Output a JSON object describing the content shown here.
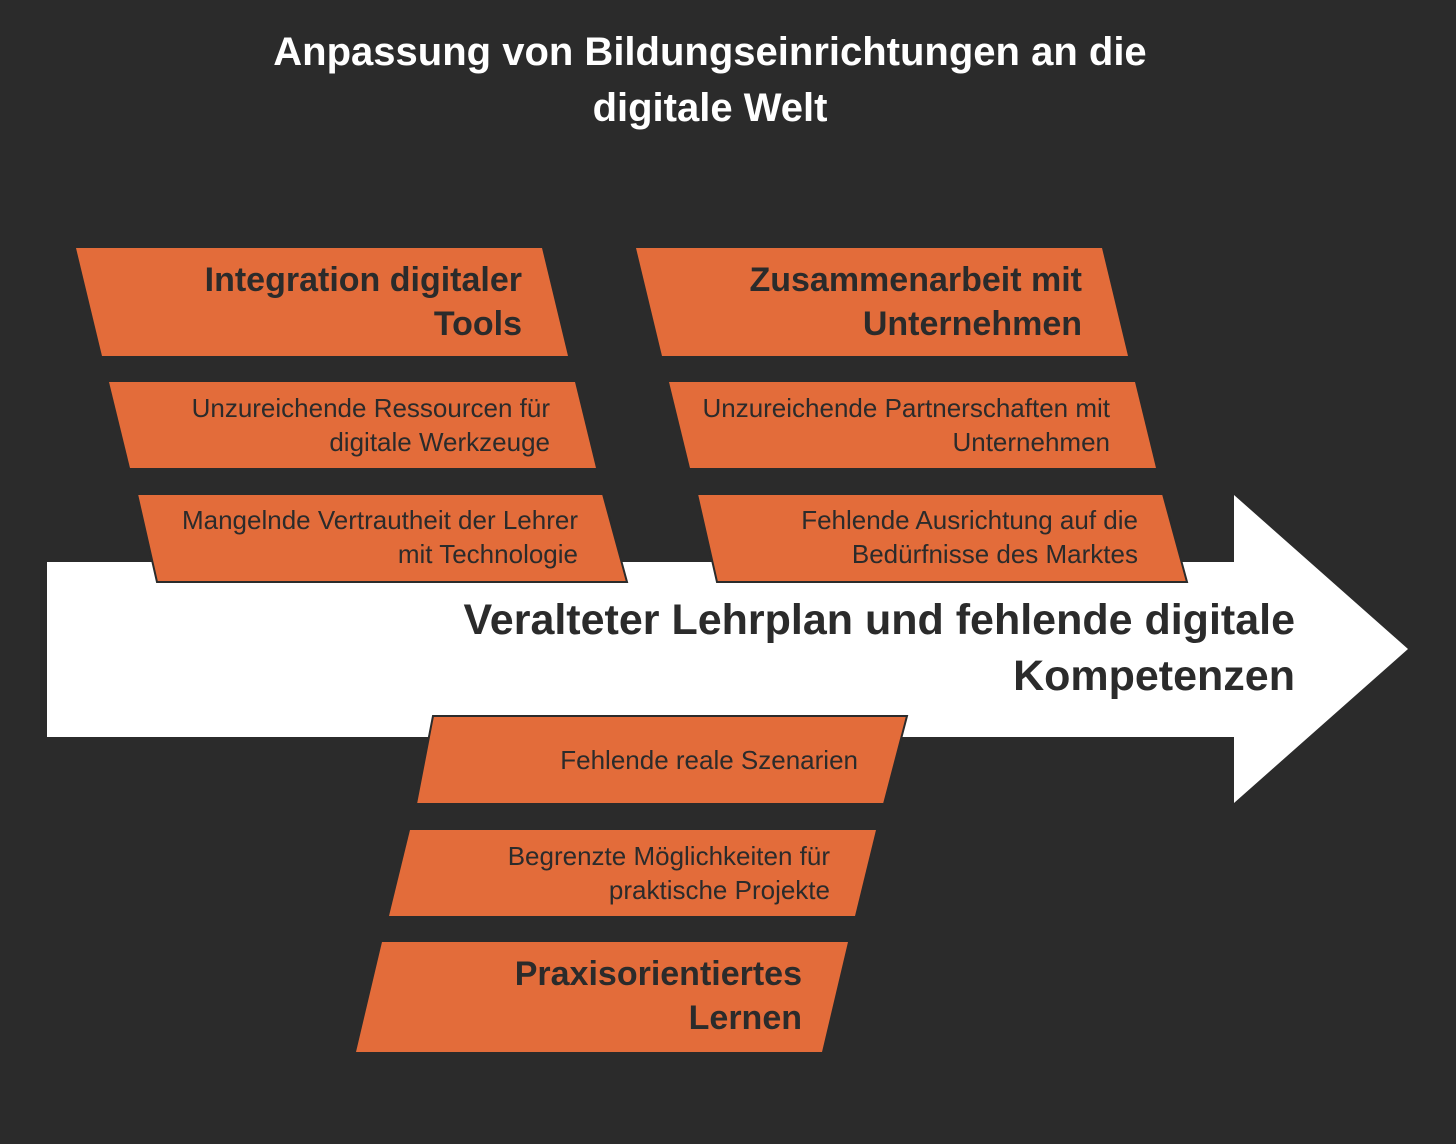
{
  "title": "Anpassung von Bildungseinrichtungen an die digitale Welt",
  "problem": "Veralteter Lehrplan und fehlende digitale Kompetenzen",
  "categories": [
    {
      "label": "Integration digitaler Tools",
      "causes": [
        "Unzureichende Ressourcen für digitale Werkzeuge",
        "Mangelnde Vertrautheit der Lehrer mit Technologie"
      ]
    },
    {
      "label": "Zusammenarbeit mit Unternehmen",
      "causes": [
        "Unzureichende Partnerschaften mit Unternehmen",
        "Fehlende Ausrichtung auf die Bedürfnisse des Marktes"
      ]
    },
    {
      "label": "Praxisorientiertes Lernen",
      "causes": [
        "Fehlende reale Szenarien",
        "Begrenzte Möglichkeiten für praktische Projekte"
      ]
    }
  ],
  "colors": {
    "background": "#2b2b2b",
    "box": "#e36c3a",
    "arrow": "#ffffff",
    "text_dark": "#2b2b2b"
  }
}
